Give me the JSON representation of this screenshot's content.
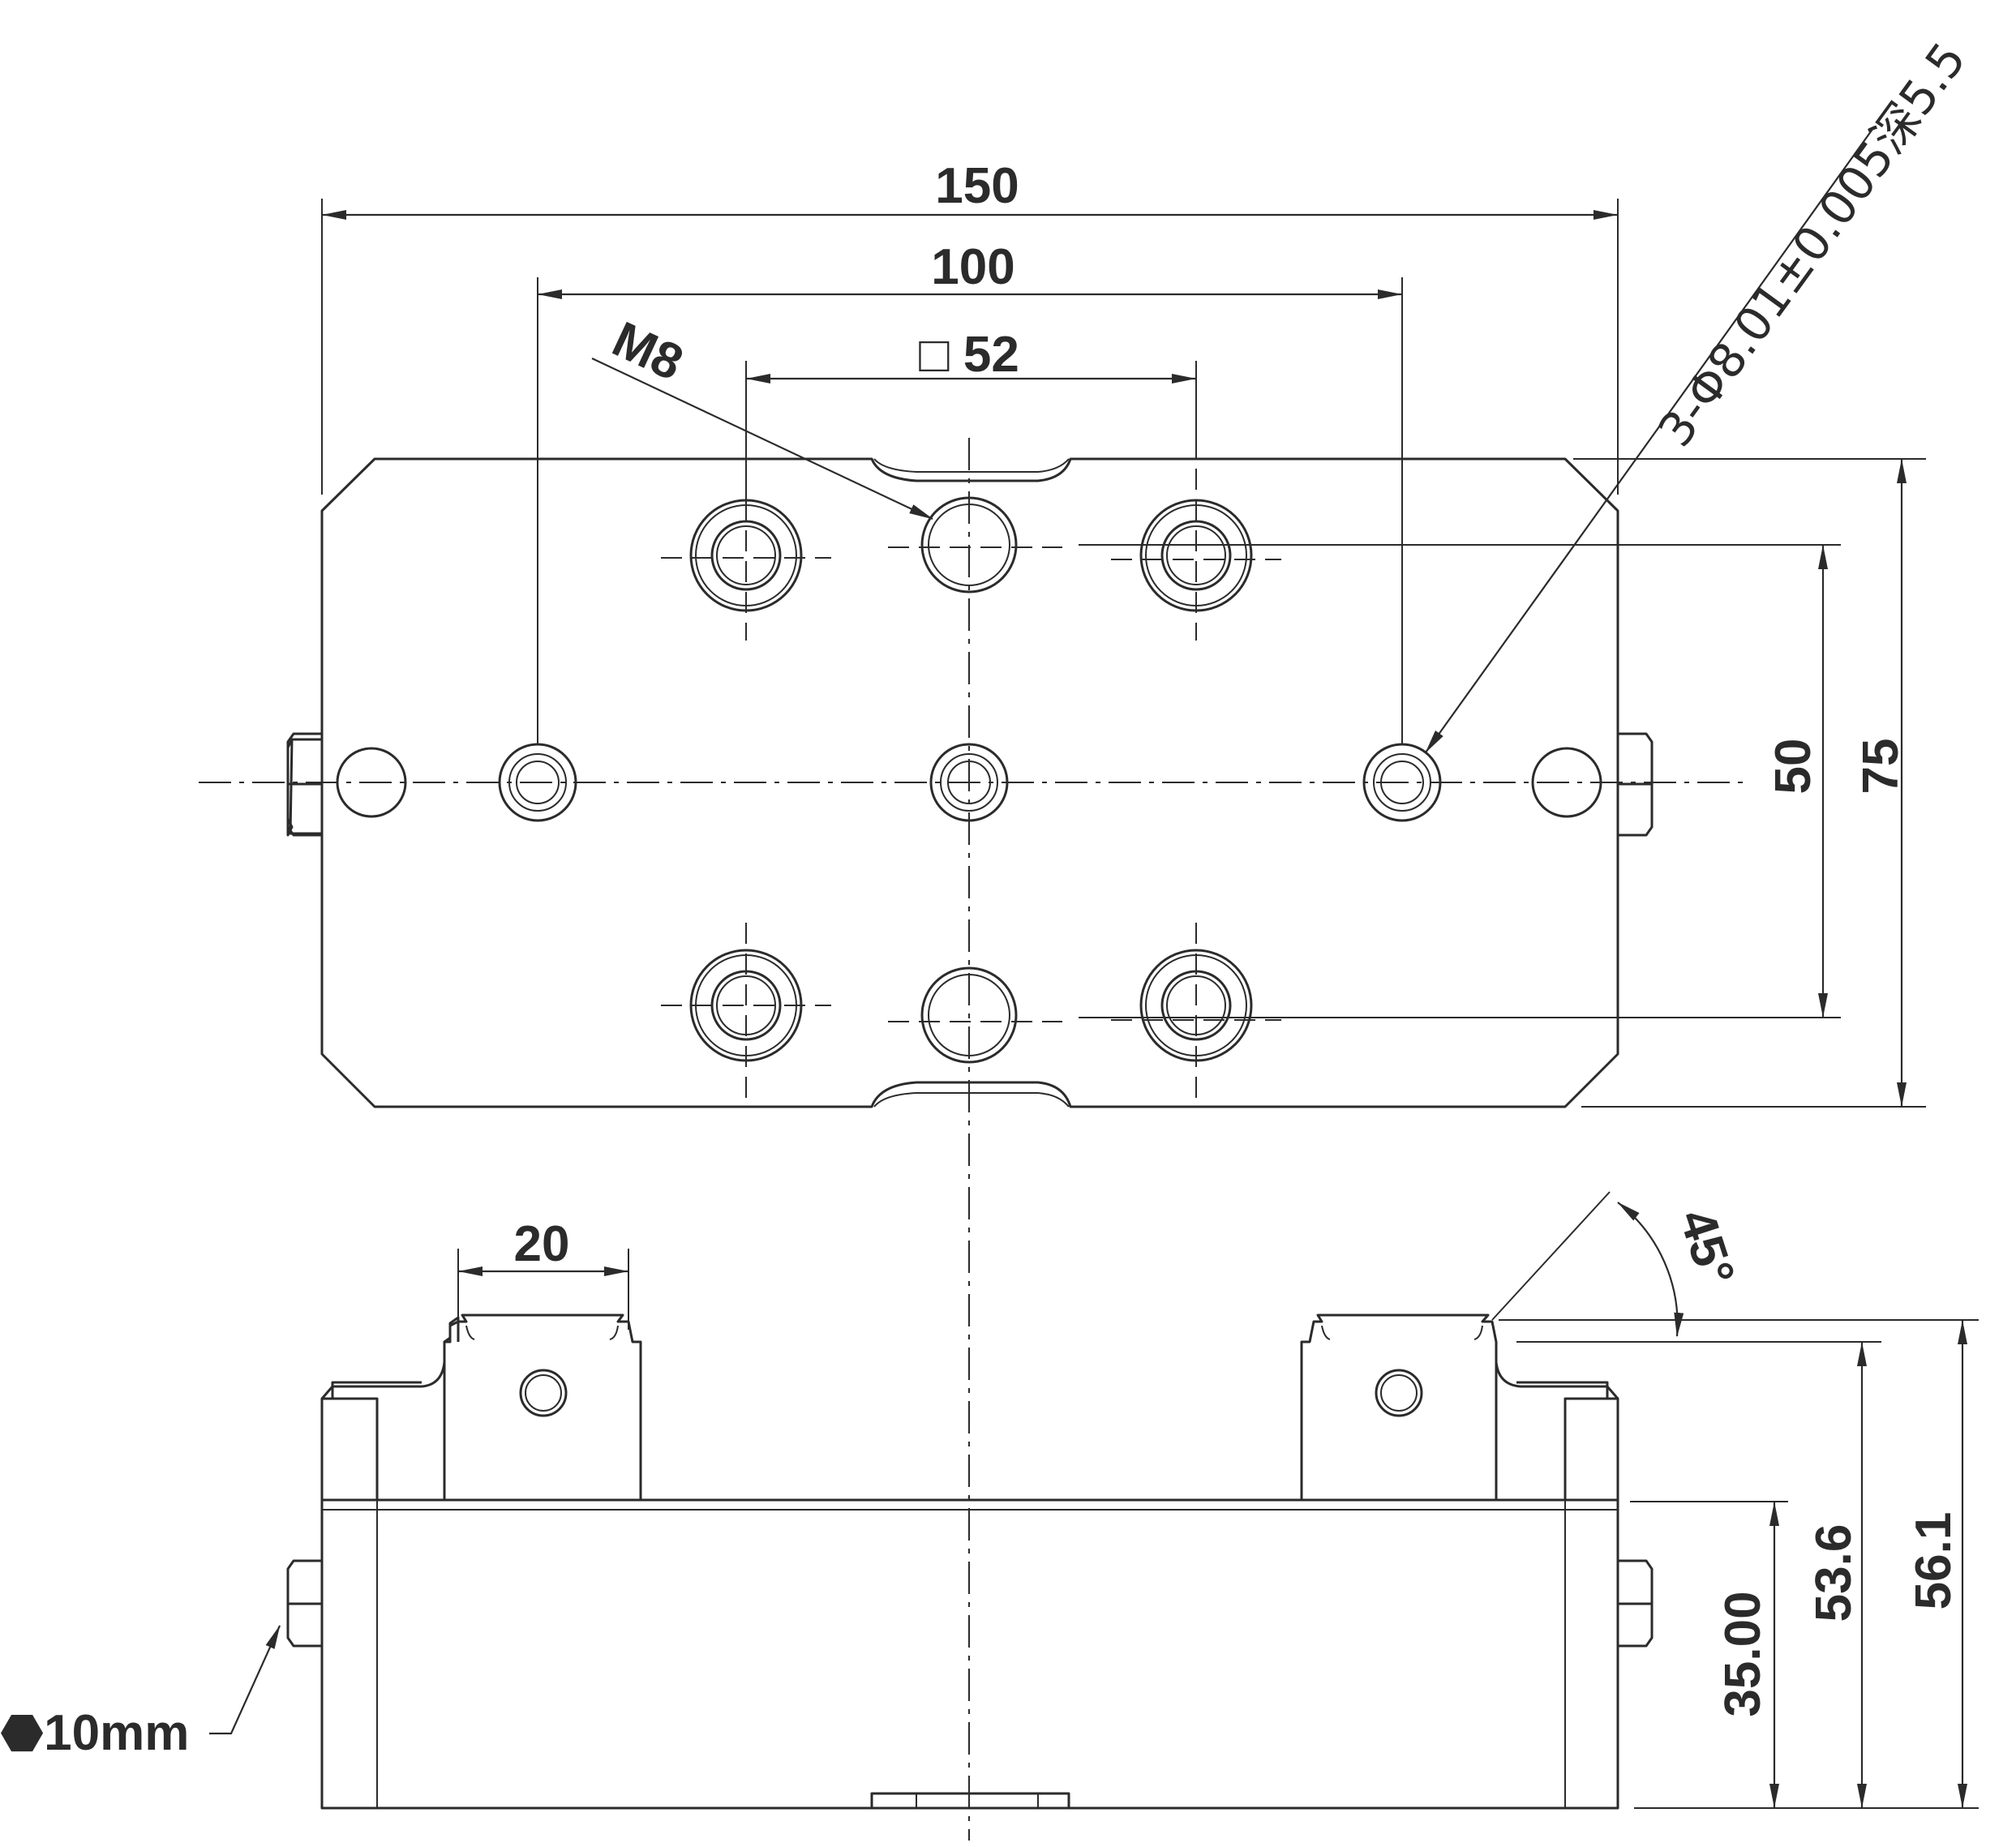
{
  "dimensions": {
    "overall_width": "150",
    "outer_pin_spacing": "100",
    "square_pattern": "□ 52",
    "thread": "M8",
    "locating_holes": "3-Φ8.01±0.005深5.5",
    "inner_row_spacing": "50",
    "overall_depth": "75",
    "jaw_width": "20",
    "chamfer_angle": "45°",
    "base_height": "35.00",
    "clamp_height": "53.6",
    "overall_height": "56.1",
    "wrench_size": "⬣10mm"
  },
  "colors": {
    "line": "#2b2b2b",
    "background": "#ffffff"
  }
}
